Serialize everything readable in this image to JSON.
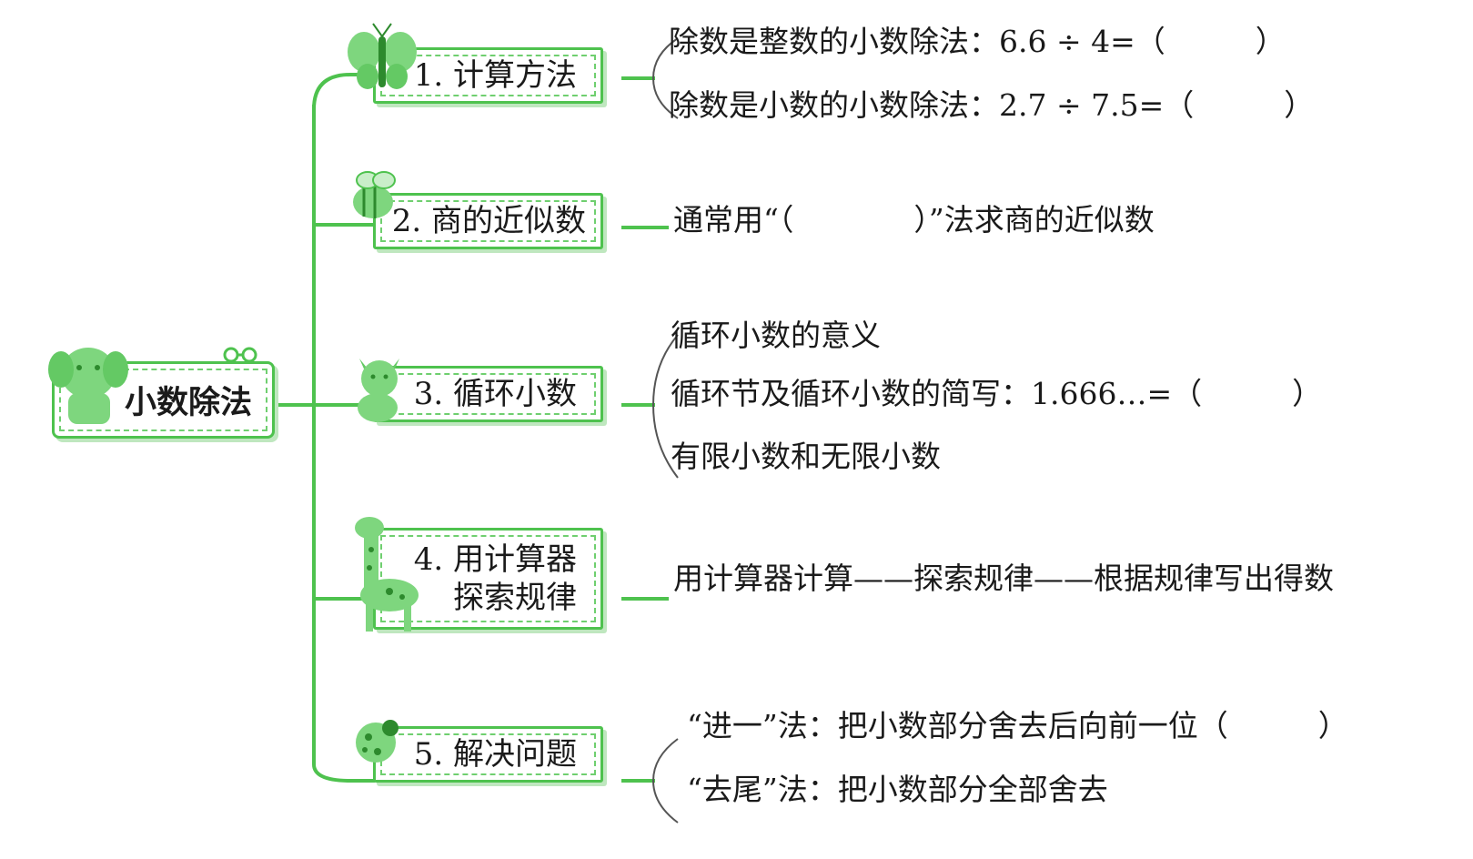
{
  "root": {
    "label": "小数除法"
  },
  "branches": [
    {
      "label": "1. 计算方法",
      "icon": "butterfly-icon",
      "leaves": [
        "除数是整数的小数除法：6.6 ÷ 4=（　　　）",
        "除数是小数的小数除法：2.7 ÷ 7.5=（　　　）"
      ]
    },
    {
      "label": "2. 商的近似数",
      "icon": "bee-icon",
      "leaves": [
        "通常用“（　　　　）”法求商的近似数"
      ]
    },
    {
      "label": "3. 循环小数",
      "icon": "cat-icon",
      "leaves": [
        "循环小数的意义",
        "循环节及循环小数的简写：1.666…=（　　　）",
        "有限小数和无限小数"
      ]
    },
    {
      "label_line1": "4. 用计算器",
      "label_line2": "探索规律",
      "icon": "giraffe-icon",
      "leaves": [
        "用计算器计算——探索规律——根据规律写出得数"
      ]
    },
    {
      "label": "5. 解决问题",
      "icon": "ladybug-icon",
      "leaves": [
        "“进一”法：把小数部分舍去后向前一位（　　　）",
        "“去尾”法：把小数部分全部舍去"
      ]
    }
  ],
  "colors": {
    "accent": "#4ec24e",
    "icon_fill": "#7ed67e",
    "shadow": "#bfe7bf"
  }
}
